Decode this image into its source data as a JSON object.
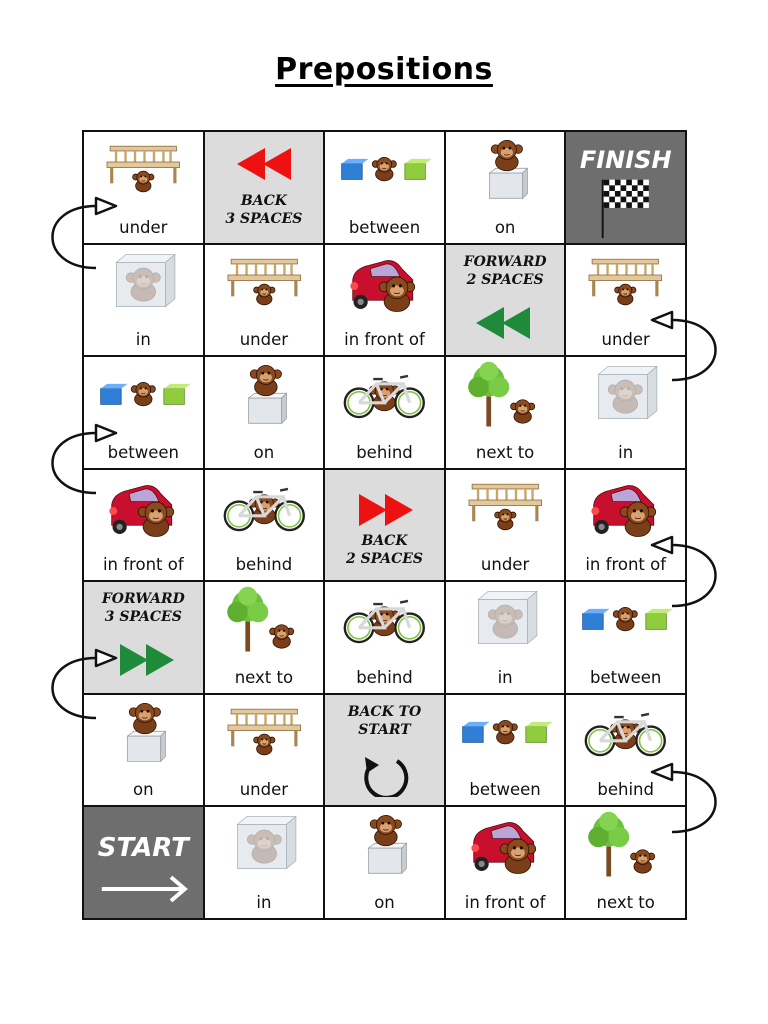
{
  "title": "Prepositions",
  "board": {
    "rows": [
      [
        {
          "type": "label",
          "label": "under",
          "picture": "bench-icon"
        },
        {
          "type": "instruction",
          "text": "BACK 3 SPACES",
          "line1": "BACK",
          "line2": "3 SPACES",
          "arrow": "red-rewind-icon"
        },
        {
          "type": "label",
          "label": "between",
          "picture": "blocks-icon"
        },
        {
          "type": "label",
          "label": "on",
          "picture": "box-icon"
        },
        {
          "type": "finish",
          "text": "FINISH",
          "picture": "checkered-flag-icon"
        }
      ],
      [
        {
          "type": "label",
          "label": "in",
          "picture": "glass-cube-icon"
        },
        {
          "type": "label",
          "label": "under",
          "picture": "bench-icon"
        },
        {
          "type": "label",
          "label": "in front of",
          "picture": "car-icon"
        },
        {
          "type": "instruction",
          "text": "FORWARD 2 SPACES",
          "line1": "FORWARD",
          "line2": "2 SPACES",
          "arrow": "green-rewind-icon"
        },
        {
          "type": "label",
          "label": "under",
          "picture": "bench-icon"
        }
      ],
      [
        {
          "type": "label",
          "label": "between",
          "picture": "blocks-icon"
        },
        {
          "type": "label",
          "label": "on",
          "picture": "box-icon"
        },
        {
          "type": "label",
          "label": "behind",
          "picture": "bicycle-icon"
        },
        {
          "type": "label",
          "label": "next to",
          "picture": "tree-icon"
        },
        {
          "type": "label",
          "label": "in",
          "picture": "glass-cube-icon"
        }
      ],
      [
        {
          "type": "label",
          "label": "in front of",
          "picture": "car-icon"
        },
        {
          "type": "label",
          "label": "behind",
          "picture": "bicycle-icon"
        },
        {
          "type": "instruction",
          "text": "BACK 2 SPACES",
          "line1": "BACK",
          "line2": "2 SPACES",
          "arrow": "red-forward-icon"
        },
        {
          "type": "label",
          "label": "under",
          "picture": "bench-icon"
        },
        {
          "type": "label",
          "label": "in front of",
          "picture": "car-icon"
        }
      ],
      [
        {
          "type": "instruction",
          "text": "FORWARD 3 SPACES",
          "line1": "FORWARD",
          "line2": "3 SPACES",
          "arrow": "green-forward-icon"
        },
        {
          "type": "label",
          "label": "next to",
          "picture": "tree-icon"
        },
        {
          "type": "label",
          "label": "behind",
          "picture": "bicycle-icon"
        },
        {
          "type": "label",
          "label": "in",
          "picture": "glass-cube-icon"
        },
        {
          "type": "label",
          "label": "between",
          "picture": "blocks-icon"
        }
      ],
      [
        {
          "type": "label",
          "label": "on",
          "picture": "box-icon"
        },
        {
          "type": "label",
          "label": "under",
          "picture": "bench-icon"
        },
        {
          "type": "instruction",
          "text": "BACK TO START",
          "line1": "BACK TO",
          "line2": "START",
          "arrow": "restart-icon"
        },
        {
          "type": "label",
          "label": "between",
          "picture": "blocks-icon"
        },
        {
          "type": "label",
          "label": "behind",
          "picture": "bicycle-icon"
        }
      ],
      [
        {
          "type": "start",
          "text": "START",
          "picture": "right-arrow-icon"
        },
        {
          "type": "label",
          "label": "in",
          "picture": "glass-cube-icon"
        },
        {
          "type": "label",
          "label": "on",
          "picture": "box-icon"
        },
        {
          "type": "label",
          "label": "in front of",
          "picture": "car-icon"
        },
        {
          "type": "label",
          "label": "next to",
          "picture": "tree-icon"
        }
      ]
    ]
  },
  "colors": {
    "instruction_bg": "#dcdcdc",
    "start_finish_bg": "#6e6e6e",
    "back_arrow": "#ee1111",
    "forward_arrow": "#1e8a3a"
  }
}
